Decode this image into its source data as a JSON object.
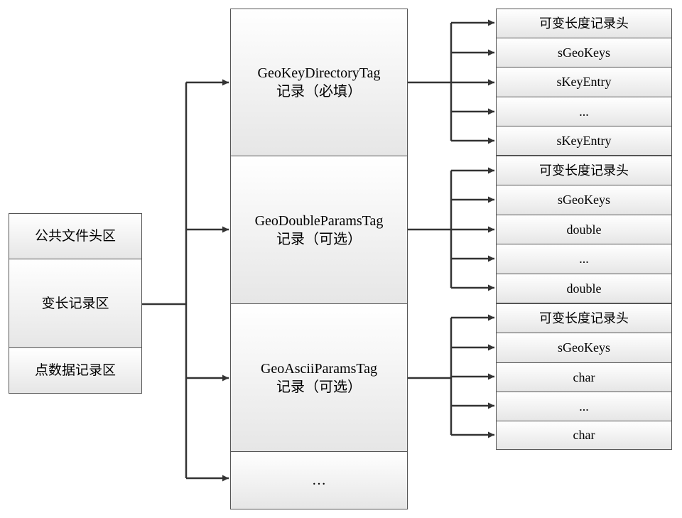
{
  "file_structure": {
    "header": "公共文件头区",
    "var_records": "变长记录区",
    "point_records": "点数据记录区"
  },
  "records": [
    {
      "line1": "GeoKeyDirectoryTag",
      "line2": "记录（必填）"
    },
    {
      "line1": "GeoDoubleParamsTag",
      "line2": "记录（可选）"
    },
    {
      "line1": "GeoAsciiParamsTag",
      "line2": "记录（可选）"
    },
    {
      "line1": "…",
      "line2": ""
    }
  ],
  "record_fields": [
    [
      "可变长度记录头",
      "sGeoKeys",
      "sKeyEntry",
      "...",
      "sKeyEntry"
    ],
    [
      "可变长度记录头",
      "sGeoKeys",
      "double",
      "...",
      "double"
    ],
    [
      "可变长度记录头",
      "sGeoKeys",
      "char",
      "...",
      "char"
    ]
  ]
}
